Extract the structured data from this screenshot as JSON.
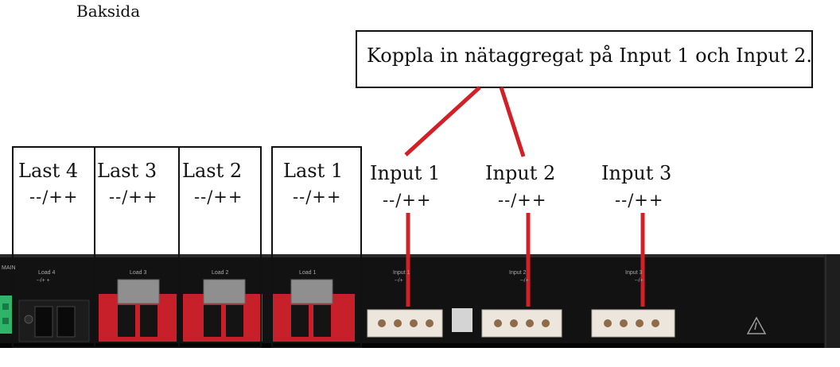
{
  "header": {
    "side_label": "Baksida"
  },
  "callout": {
    "text": "Koppla in nätaggregat på Input 1 och Input 2."
  },
  "loads": [
    {
      "label": "Last 4",
      "polarity": "--/++"
    },
    {
      "label": "Last 3",
      "polarity": "--/++"
    },
    {
      "label": "Last 2",
      "polarity": "--/++"
    },
    {
      "label": "Last 1",
      "polarity": "--/++"
    }
  ],
  "inputs": [
    {
      "label": "Input 1",
      "polarity": "--/++"
    },
    {
      "label": "Input 2",
      "polarity": "--/++"
    },
    {
      "label": "Input 3",
      "polarity": "--/++"
    }
  ],
  "panel_print": {
    "load4": "Load 4",
    "load4_pol": "--/+ +",
    "load3": "Load 3",
    "load2": "Load 2",
    "load1": "Load 1",
    "input1": "Input 1",
    "input2": "Input 2",
    "input3": "Input 3",
    "pol": "--/+",
    "edge": "MAIN"
  },
  "colors": {
    "annotation_red": "#d32027",
    "connector_red": "#c8202a",
    "panel": "#111111",
    "terminal_green": "#2fb56a"
  },
  "icons": {
    "warning": "warning-triangle-icon"
  }
}
